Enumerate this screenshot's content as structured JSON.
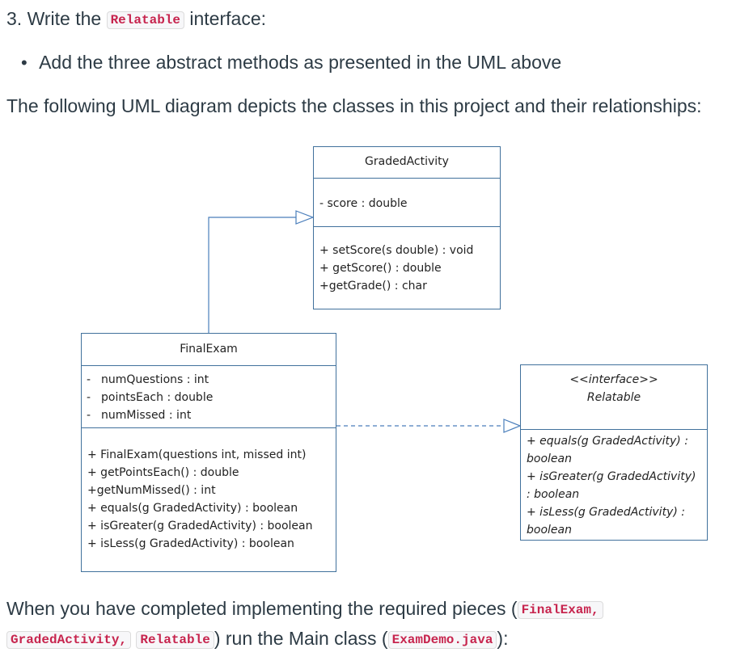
{
  "intro": {
    "step_prefix": "3. Write the",
    "step_code": "Relatable",
    "step_suffix": "interface:",
    "bullet_symbol": "•",
    "bullet_text": "Add the three abstract methods as presented in the UML above",
    "description": "The following UML diagram depicts the classes in this project and their relationships:"
  },
  "uml": {
    "graded_activity": {
      "name": "GradedActivity",
      "attributes": [
        "- score : double"
      ],
      "methods": [
        "+ setScore(s double) : void",
        "+ getScore() : double",
        "+getGrade() : char"
      ]
    },
    "final_exam": {
      "name": "FinalExam",
      "attribute_dash": "-",
      "attributes": [
        "numQuestions : int",
        "pointsEach : double",
        "numMissed : int"
      ],
      "methods": [
        "+ FinalExam(questions int, missed int)",
        "+ getPointsEach() : double",
        "+getNumMissed() : int",
        "+ equals(g GradedActivity) : boolean",
        "+ isGreater(g GradedActivity) : boolean",
        "+ isLess(g GradedActivity) : boolean"
      ]
    },
    "relatable": {
      "stereotype": "<<interface>>",
      "name": "Relatable",
      "methods": [
        "+ equals(g GradedActivity) :",
        "boolean",
        "+ isGreater(g GradedActivity)",
        ": boolean",
        "+ isLess(g GradedActivity) :",
        "boolean"
      ]
    },
    "colors": {
      "border": "#41719c",
      "connector": "#4a7ebb"
    }
  },
  "footer": {
    "prefix": "When you have completed implementing the required pieces (",
    "code1": "FinalExam,",
    "code2": "GradedActivity,",
    "code3": "Relatable",
    "middle": ") run the Main class (",
    "code4": "ExamDemo.java",
    "suffix": "):"
  }
}
